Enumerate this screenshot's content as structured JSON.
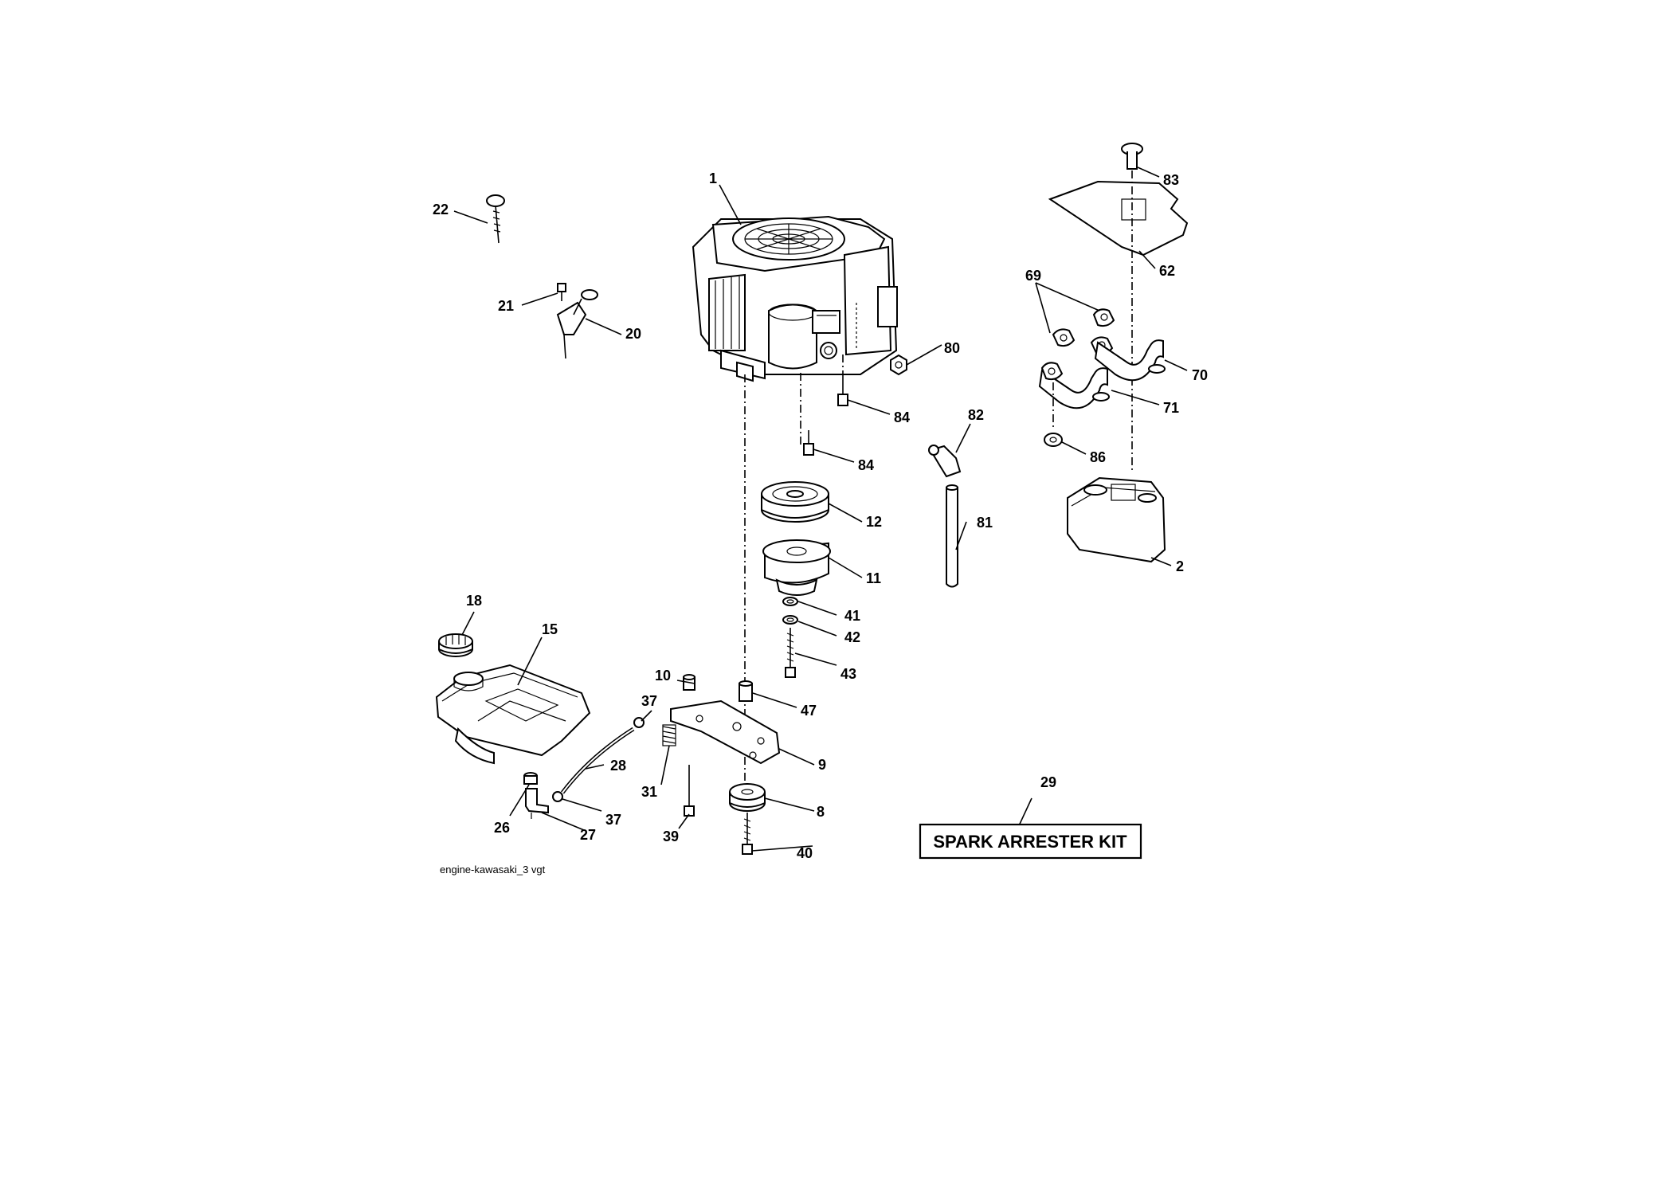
{
  "diagram": {
    "caption": "engine-kawasaki_3 vgt",
    "kit_label": "SPARK ARRESTER KIT",
    "callouts": {
      "c1": "1",
      "c2": "2",
      "c8": "8",
      "c9": "9",
      "c10": "10",
      "c11": "11",
      "c12": "12",
      "c15": "15",
      "c18": "18",
      "c20": "20",
      "c21": "21",
      "c22": "22",
      "c26": "26",
      "c27": "27",
      "c28": "28",
      "c29": "29",
      "c31": "31",
      "c37a": "37",
      "c37b": "37",
      "c39": "39",
      "c40": "40",
      "c41": "41",
      "c42": "42",
      "c43": "43",
      "c47": "47",
      "c62": "62",
      "c69": "69",
      "c70": "70",
      "c71": "71",
      "c80": "80",
      "c81": "81",
      "c82": "82",
      "c83": "83",
      "c84a": "84",
      "c84b": "84",
      "c86": "86"
    }
  }
}
